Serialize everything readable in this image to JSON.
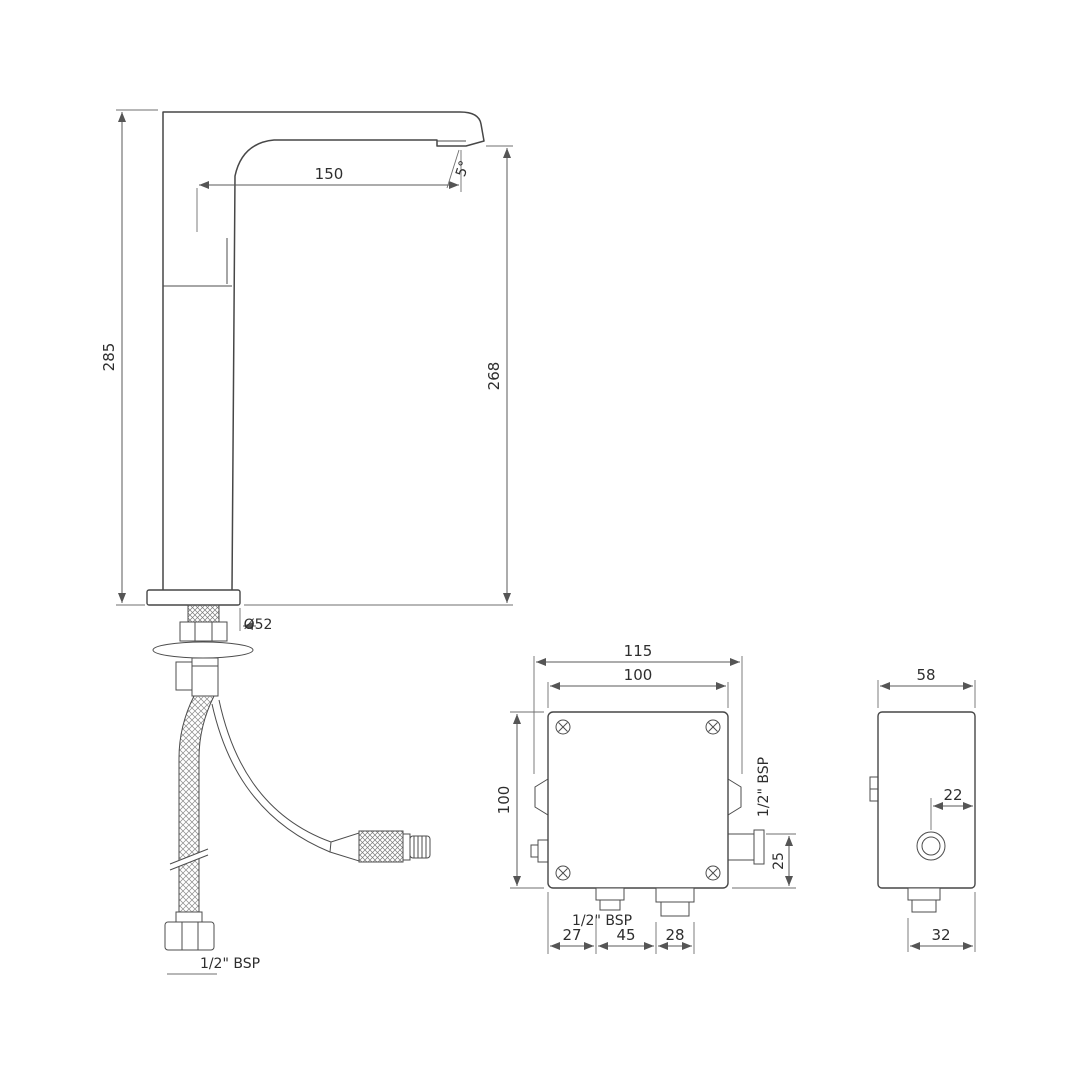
{
  "page": {
    "background": "#ffffff",
    "line_color": "#474747"
  },
  "faucet_view": {
    "dims": {
      "spout_reach": "150",
      "spout_angle": "5°",
      "total_height": "285",
      "outlet_height": "268",
      "base_diameter": "Ø52",
      "hose_thread": "1/2\" BSP"
    }
  },
  "control_box_front": {
    "dims": {
      "overall_width": "115",
      "body_width": "100",
      "body_height": "100",
      "side_port_thread": "1/2\" BSP",
      "side_port_offset": "25",
      "bottom_port_thread": "1/2\" BSP",
      "bottom_spacings": [
        "27",
        "45",
        "28"
      ]
    }
  },
  "control_box_side": {
    "dims": {
      "depth": "58",
      "outlet_offset": "22",
      "bottom_port_width": "32"
    }
  }
}
